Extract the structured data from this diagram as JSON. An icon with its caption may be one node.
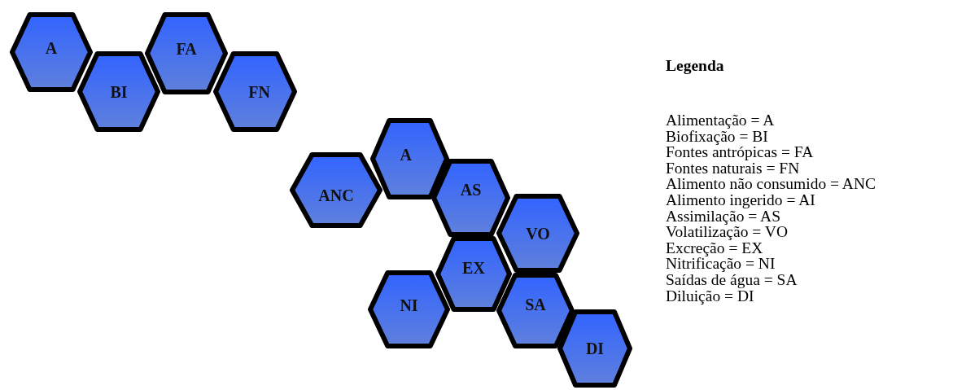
{
  "diagram": {
    "nodes": [
      {
        "text": [
          "A"
        ]
      },
      {
        "text": [
          "BI"
        ]
      },
      {
        "text": [
          "FA"
        ]
      },
      {
        "text": [
          "FN"
        ]
      },
      {
        "text": [
          "ANC"
        ]
      },
      {
        "text": [
          "A"
        ]
      },
      {
        "text": [
          "AS"
        ]
      },
      {
        "text": [
          "VO"
        ]
      },
      {
        "text": [
          "EX"
        ]
      },
      {
        "text": [
          "NI"
        ]
      },
      {
        "text": [
          "SA"
        ]
      },
      {
        "text": [
          "DI"
        ]
      }
    ],
    "edges": [],
    "labels": [
      "Legenda",
      "Alimentação = A",
      "Biofixação = BI",
      "Fontes antrópicas = FA",
      "Fontes naturais = FN",
      "Alimento não consumido = ANC",
      "Alimento ingerido = AI",
      "Assimilação = AS",
      "Volatilização = VO",
      "Excreção = EX",
      "Nitrificação = NI",
      "Saídas de água = SA",
      "Diluição = DI"
    ]
  }
}
